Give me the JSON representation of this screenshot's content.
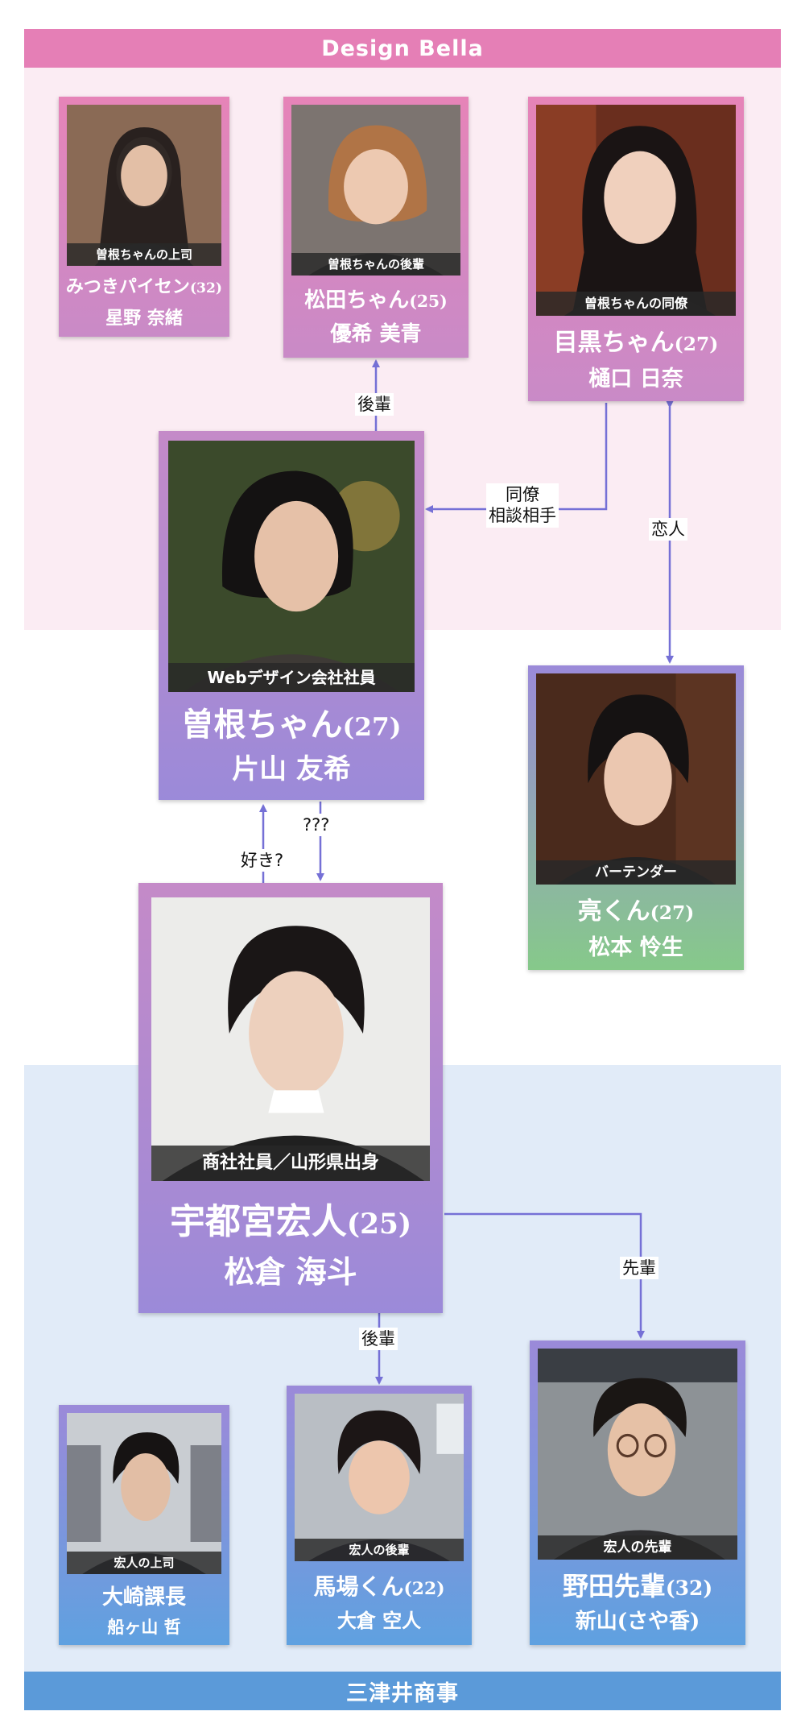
{
  "colors": {
    "pink_banner": "#e57fb6",
    "pink_zone": "#fbecf3",
    "blue_banner": "#5b9ad9",
    "blue_zone": "#e1ebf8",
    "arrow": "#7570d6"
  },
  "groups": {
    "top": {
      "label": "Design Bella"
    },
    "bottom": {
      "label": "三津井商事"
    }
  },
  "characters": {
    "mitsuki": {
      "caption": "曽根ちゃんの上司",
      "name": "みつきパイセン",
      "age": "(32)",
      "actor": "星野 奈緒",
      "icon": "portrait-icon"
    },
    "matsuda": {
      "caption": "曽根ちゃんの後輩",
      "name": "松田ちゃん",
      "age": "(25)",
      "actor": "優希 美青",
      "icon": "portrait-icon"
    },
    "meguro": {
      "caption": "曽根ちゃんの同僚",
      "name": "目黒ちゃん",
      "age": "(27)",
      "actor": "樋口 日奈",
      "icon": "portrait-icon"
    },
    "sone": {
      "caption": "Webデザイン会社社員",
      "name": "曽根ちゃん",
      "age": "(27)",
      "actor": "片山 友希",
      "icon": "portrait-icon"
    },
    "ryo": {
      "caption": "バーテンダー",
      "name": "亮くん",
      "age": "(27)",
      "actor": "松本 怜生",
      "icon": "portrait-icon"
    },
    "utsunomiya": {
      "caption": "商社社員／山形県出身",
      "name": "宇都宮宏人",
      "age": "(25)",
      "actor": "松倉 海斗",
      "icon": "portrait-icon"
    },
    "osaki": {
      "caption": "宏人の上司",
      "name": "大崎課長",
      "age": "",
      "actor": "船ヶ山 哲",
      "icon": "portrait-icon"
    },
    "baba": {
      "caption": "宏人の後輩",
      "name": "馬場くん",
      "age": "(22)",
      "actor": "大倉 空人",
      "icon": "portrait-icon"
    },
    "noda": {
      "caption": "宏人の先輩",
      "name": "野田先輩",
      "age": "(32)",
      "actor": "新山(さや香)",
      "icon": "portrait-icon"
    }
  },
  "relations": {
    "sone_matsuda": "後輩",
    "meguro_sone_1": "同僚",
    "meguro_sone_2": "相談相手",
    "meguro_ryo": "恋人",
    "sone_to_utsu": "???",
    "utsu_to_sone": "好き?",
    "utsu_baba": "後輩",
    "utsu_noda": "先輩"
  }
}
